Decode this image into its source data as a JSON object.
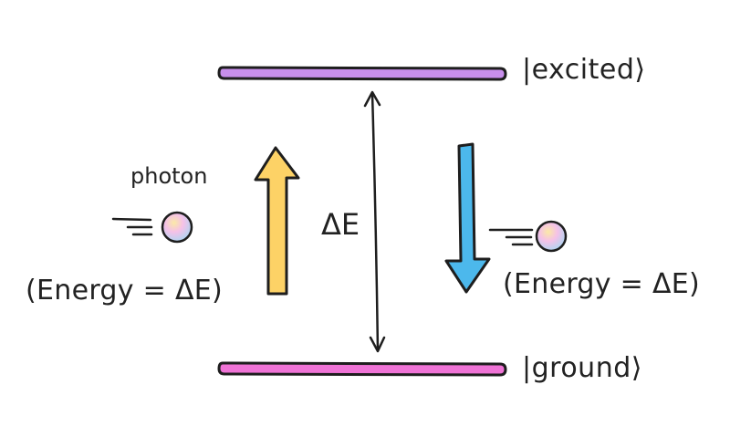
{
  "levels": {
    "excited_label": "|excited⟩",
    "ground_label": "|ground⟩",
    "excited_color": "#c88fec",
    "ground_color": "#ef73d6"
  },
  "energy_gap": {
    "label": "ΔE"
  },
  "absorption": {
    "photon_word": "photon",
    "energy_label": "(Energy = ΔE)",
    "arrow_color": "#fdd266",
    "direction": "up"
  },
  "emission": {
    "energy_label": "(Energy = ΔE)",
    "arrow_color": "#4cb8ec",
    "direction": "down"
  },
  "photon_icon": {
    "colors": [
      "#f2b8e6",
      "#f6e49a",
      "#a8d6f0"
    ]
  }
}
